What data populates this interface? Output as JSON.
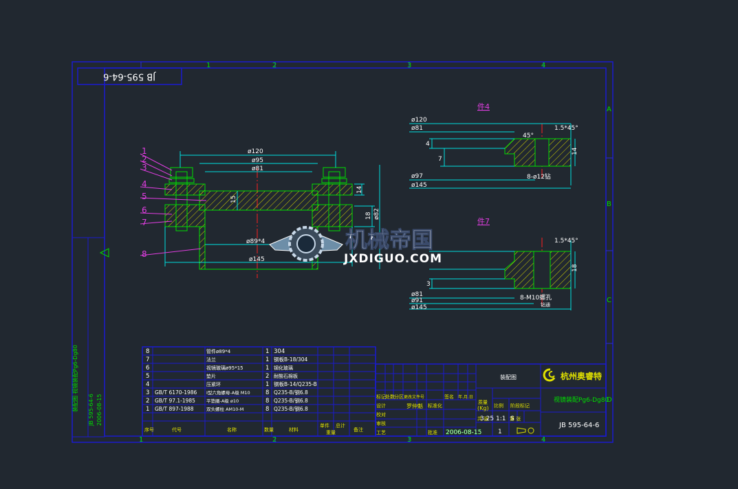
{
  "drawing_code": "JB 595-64-6",
  "drawing_code_inverted": "JB 595-64-6",
  "grid": {
    "columns": [
      "1",
      "2",
      "3",
      "4"
    ],
    "rows": [
      "A",
      "B",
      "C",
      "D"
    ]
  },
  "part_numbers": [
    "1",
    "2",
    "3",
    "4",
    "5",
    "6",
    "7",
    "8"
  ],
  "main_view": {
    "dim_d120": "ø120",
    "dim_d95": "ø95",
    "dim_d81": "ø81",
    "dim_d89x4": "ø89*4",
    "dim_d145": "ø145",
    "dim_d82": "ø82",
    "dim_15": "15",
    "dim_14": "14",
    "dim_18": "18"
  },
  "detail_4": {
    "label": "件4",
    "dim_d120": "ø120",
    "dim_d81": "ø81",
    "dim_d97": "ø97",
    "dim_d145": "ø145",
    "dim_4": "4",
    "dim_7": "7",
    "dim_14": "14",
    "angle_45": "45°",
    "chamfer": "1.5*45°",
    "holes": "8-ø12钻"
  },
  "detail_7": {
    "label": "件7",
    "dim_d81": "ø81",
    "dim_d91": "ø91",
    "dim_d145": "ø145",
    "dim_3": "3",
    "dim_18": "18",
    "chamfer": "1.5*45°",
    "holes": "8-M10螺孔",
    "holes_note": "钻通"
  },
  "watermark": {
    "title": "机械帝国",
    "url": "JXDIGUO.COM"
  },
  "bom_rows": [
    {
      "no": "8",
      "std": "",
      "name": "管件ø89*4",
      "qty": "1",
      "material": "304"
    },
    {
      "no": "7",
      "std": "",
      "name": "法兰",
      "qty": "1",
      "material": "钢板B-18/304"
    },
    {
      "no": "6",
      "std": "",
      "name": "视镜玻璃ø95*15",
      "qty": "1",
      "material": "钢化玻璃"
    },
    {
      "no": "5",
      "std": "",
      "name": "垫片",
      "qty": "2",
      "material": "耐酸石棉板"
    },
    {
      "no": "4",
      "std": "",
      "name": "压紧环",
      "qty": "1",
      "material": "钢板B-14/Q235-B"
    },
    {
      "no": "3",
      "std": "GB/T 6170-1986",
      "name": "I型六角螺母-A级 M10",
      "qty": "8",
      "material": "Q235-B/钢6.8"
    },
    {
      "no": "2",
      "std": "GB/T 97.1-1985",
      "name": "平垫圈-A级 ø10",
      "qty": "8",
      "material": "Q235-B/钢6.8"
    },
    {
      "no": "1",
      "std": "GB/T 897-1988",
      "name": "双头螺柱 AM10-M",
      "qty": "8",
      "material": "Q235-B/钢6.8"
    }
  ],
  "bom_header": {
    "no": "序号",
    "code": "代号",
    "name": "名称",
    "qty": "数量",
    "material": "材料",
    "unit": "单件",
    "total": "总计",
    "weight": "重量",
    "note": "备注"
  },
  "title_block": {
    "company": "杭州奥睿特",
    "part_title": "视镜装配Pg6-Dg80",
    "assembly_label": "装配图",
    "scale": "1:1",
    "weight": "3.25",
    "sheet": "1",
    "date": "2006-08-15",
    "designer": "罗仲魁",
    "weight_label_1": "质量",
    "weight_label_2": "(Kg)",
    "scale_label": "比例",
    "stage_label": "阶段标记",
    "stage": "S",
    "rows_left": [
      "标记",
      "设计",
      "校对",
      "审核",
      "工艺"
    ],
    "rows_right": [
      "处数",
      "分区",
      "更改文件号",
      "签名",
      "年.月.日"
    ],
    "std_label": "标准化",
    "approve_label": "批准",
    "total_sheets_label": "共 张",
    "sheet_label": "第 张"
  },
  "side_stamp_lines": [
    "装配图 视镜装配Pg6-Dg80",
    "JB 595-64-6",
    "2006-08-15"
  ],
  "colors": {
    "background": "#212830",
    "frame": "#1414c8",
    "geometry": "#00ff00",
    "dimension": "#00e0e0",
    "balloon": "#e23ee2",
    "text": "#ffffff",
    "centerline": "#ff2020",
    "hatch": "#ffff00"
  }
}
